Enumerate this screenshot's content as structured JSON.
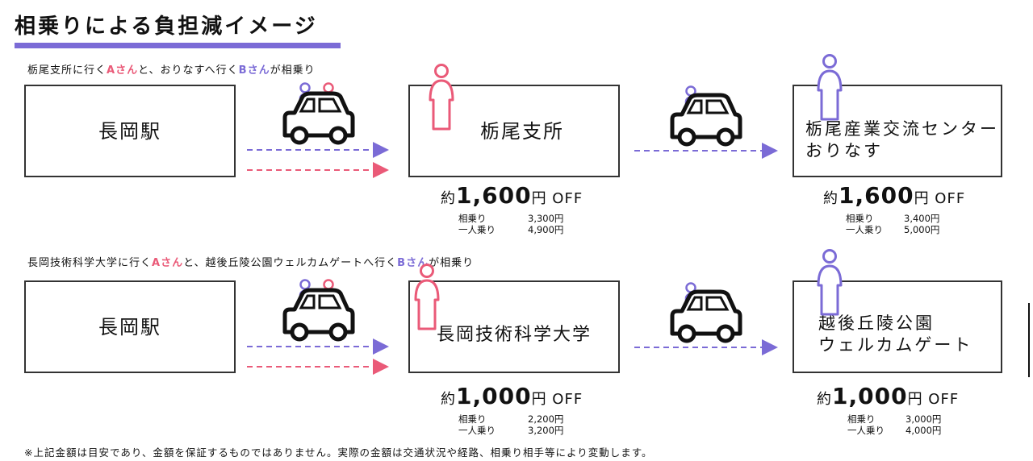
{
  "title": "相乗りによる負担減イメージ",
  "colors": {
    "accent_purple": "#7b6bd6",
    "accent_pink": "#ea5a78",
    "box_border": "#333333",
    "text": "#111111"
  },
  "routes": [
    {
      "caption": {
        "pre": "栃尾支所に行く",
        "a": "Aさん",
        "mid": "と、おりなすへ行く",
        "b": "Bさん",
        "post": "が相乗り"
      },
      "start": "長岡駅",
      "stop1": "栃尾支所",
      "stop2_line1": "栃尾産業交流センター",
      "stop2_line2": "おりなす",
      "saving1": {
        "prefix": "約",
        "amount": "1,600",
        "suffix": "円 OFF"
      },
      "saving2": {
        "prefix": "約",
        "amount": "1,600",
        "suffix": "円 OFF"
      },
      "cmp1": {
        "shared_label": "相乗り",
        "shared_price": "3,300円",
        "solo_label": "一人乗り",
        "solo_price": "4,900円"
      },
      "cmp2": {
        "shared_label": "相乗り",
        "shared_price": "3,400円",
        "solo_label": "一人乗り",
        "solo_price": "5,000円"
      }
    },
    {
      "caption": {
        "pre": "長岡技術科学大学に行く",
        "a": "Aさん",
        "mid": "と、越後丘陵公園ウェルカムゲートへ行く",
        "b": "Bさん",
        "post": "が相乗り"
      },
      "start": "長岡駅",
      "stop1": "長岡技術科学大学",
      "stop2_line1": "越後丘陵公園",
      "stop2_line2": "ウェルカムゲート",
      "saving1": {
        "prefix": "約",
        "amount": "1,000",
        "suffix": "円 OFF"
      },
      "saving2": {
        "prefix": "約",
        "amount": "1,000",
        "suffix": "円 OFF"
      },
      "cmp1": {
        "shared_label": "相乗り",
        "shared_price": "2,200円",
        "solo_label": "一人乗り",
        "solo_price": "3,200円"
      },
      "cmp2": {
        "shared_label": "相乗り",
        "shared_price": "3,000円",
        "solo_label": "一人乗り",
        "solo_price": "4,000円"
      }
    }
  ],
  "note": "※上記金額は目安であり、金額を保証するものではありません。実際の金額は交通状況や経路、相乗り相手等により変動します。"
}
